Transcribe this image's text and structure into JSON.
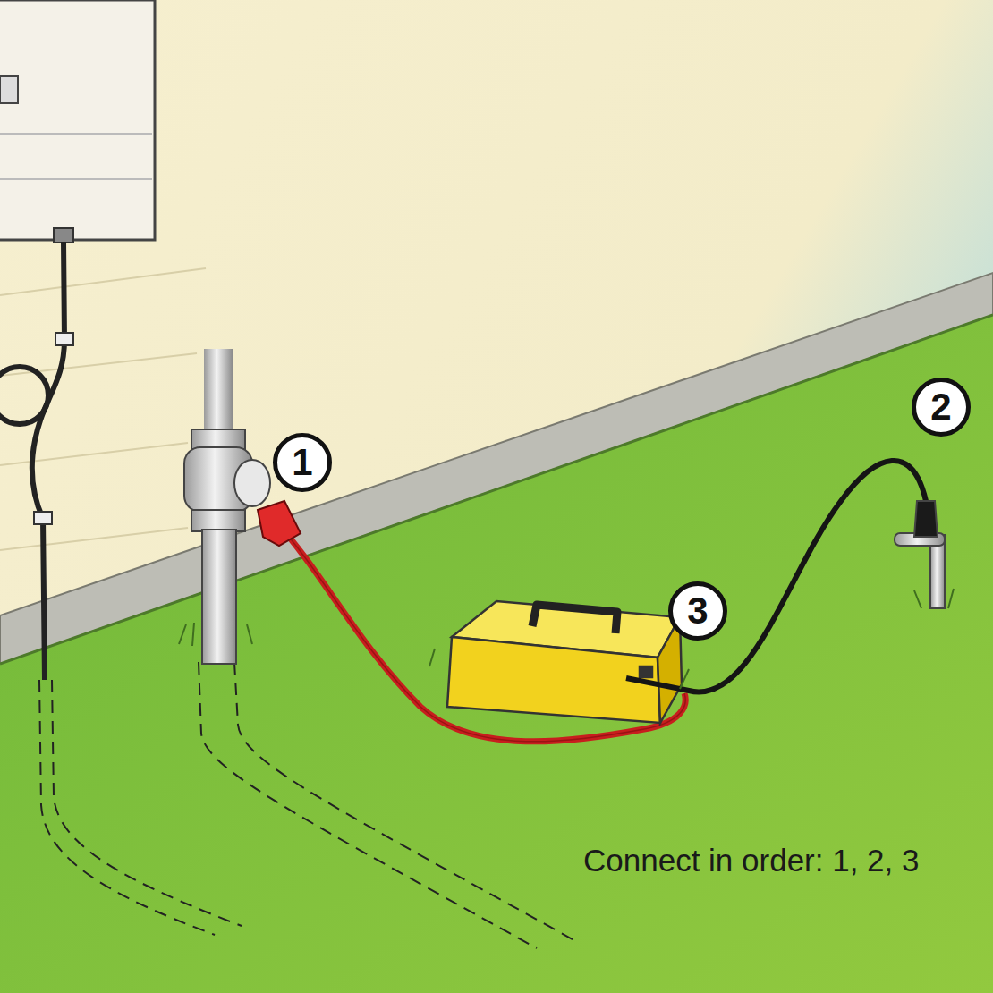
{
  "diagram": {
    "nodes": [
      {
        "text": [
          "1"
        ]
      },
      {
        "text": [
          "2"
        ]
      },
      {
        "text": [
          "3"
        ]
      }
    ],
    "labels": [
      "Connect in order: 1, 2, 3"
    ]
  }
}
